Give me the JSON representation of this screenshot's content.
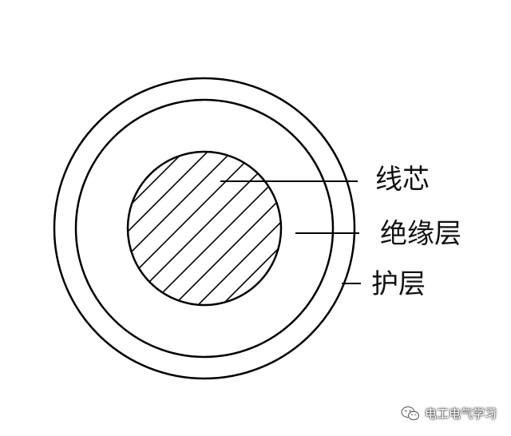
{
  "labels": {
    "core": "线芯",
    "insulation": "绝缘层",
    "sheath": "护层"
  },
  "watermark": {
    "text": "电工电气学习",
    "icon": "wechat-icon"
  },
  "colors": {
    "stroke": "#000000",
    "background": "#ffffff",
    "text": "#111111"
  }
}
